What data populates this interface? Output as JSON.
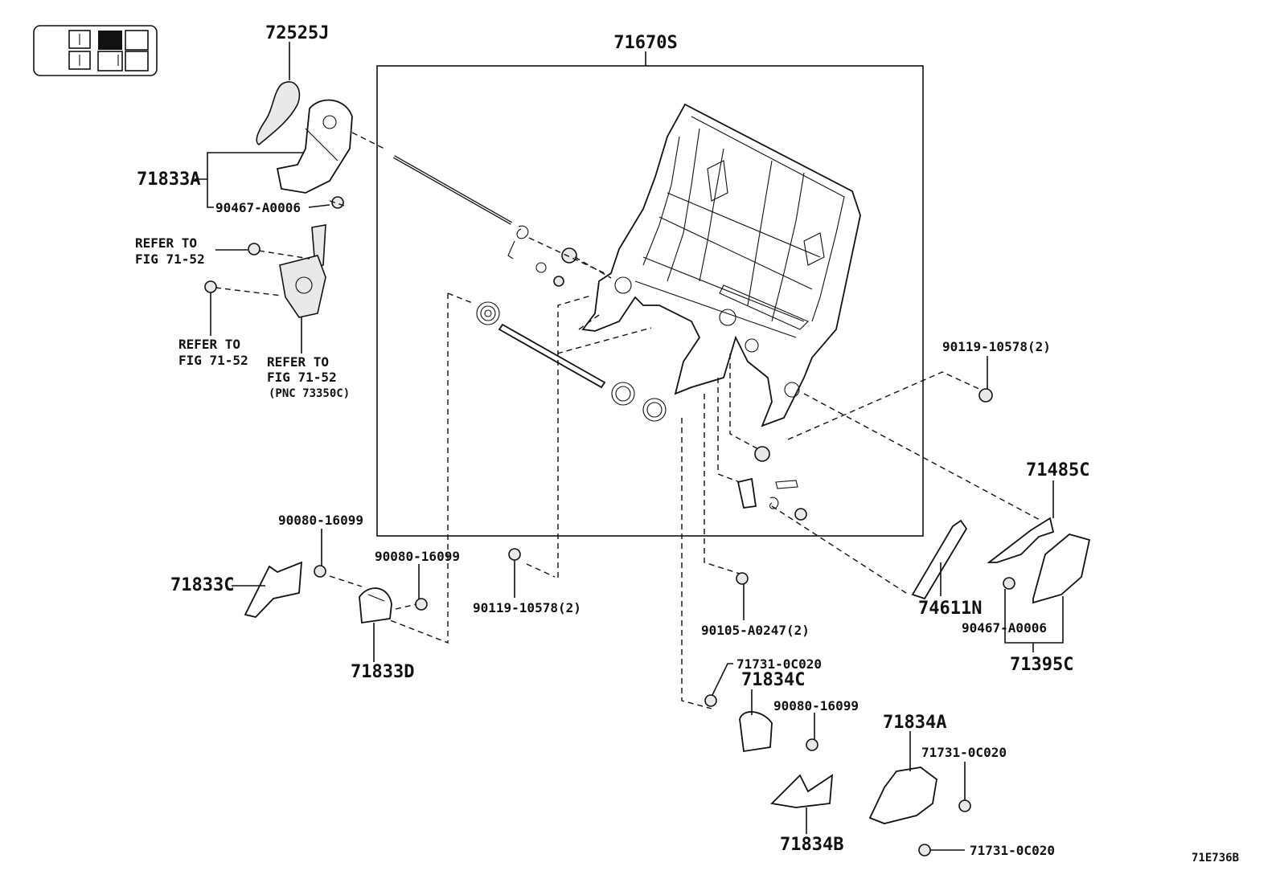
{
  "diagram_id": "71E736B",
  "callouts": {
    "seatback_frame": "71670S",
    "lever_knob": "72525J",
    "hinge_cover_upper": "71833A",
    "clip_upper": "90467-A0006",
    "refer_a": "REFER TO",
    "refer_a2": "FIG 71-52",
    "refer_b": "REFER TO",
    "refer_b2": "FIG 71-52",
    "refer_c": "REFER TO",
    "refer_c2": "FIG 71-52",
    "refer_c3": "(PNC 73350C)",
    "bolt_right": "90119-10578(2)",
    "cover_right_small": "71485C",
    "rod_cover": "74611N",
    "clip_right": "90467-A0006",
    "cover_right_assy": "71395C",
    "screw_left_a": "90080-16099",
    "cover_left_c": "71833C",
    "screw_left_b": "90080-16099",
    "cover_left_d": "71833D",
    "bolt_center": "90119-10578(2)",
    "bolt_lower": "90105-A0247(2)",
    "screw_lower_a": "71731-0C020",
    "cover_lower_c": "71834C",
    "screw_lower_b": "90080-16099",
    "cover_lower_b": "71834B",
    "cover_lower_a": "71834A",
    "screw_lower_c": "71731-0C020",
    "screw_lower_d": "71731-0C020"
  }
}
